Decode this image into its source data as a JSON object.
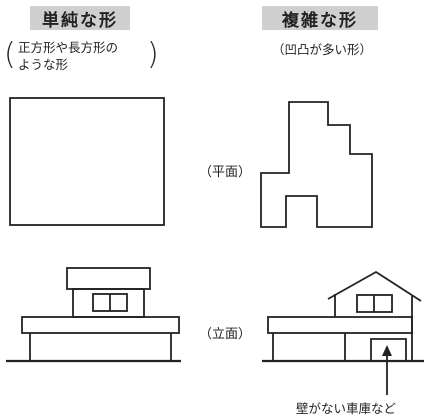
{
  "left_column": {
    "title": "単純な形",
    "subtitle_line1": "正方形や長方形の",
    "subtitle_line2": "ような形"
  },
  "right_column": {
    "title": "複雑な形",
    "subtitle": "（凹凸が多い形）"
  },
  "row_labels": {
    "plan": "（平面）",
    "elevation": "（立面）"
  },
  "annotation": "壁がない車庫など",
  "colors": {
    "badge": "#cfcfcf",
    "line": "#222222"
  }
}
